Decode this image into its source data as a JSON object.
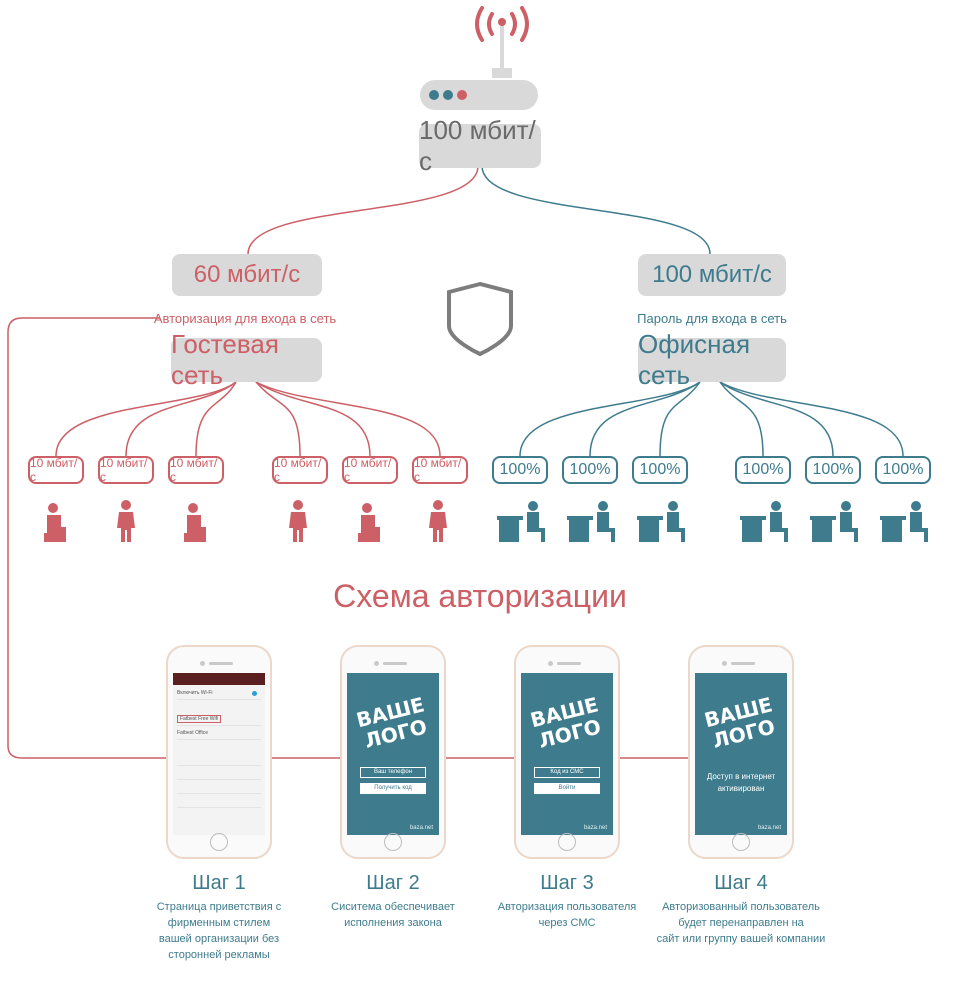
{
  "colors": {
    "guest": "#cc6066",
    "office": "#3e7c8d",
    "box": "#d9d9d9",
    "shield": "#7d7d7d"
  },
  "router": {
    "speed": "100 мбит/с"
  },
  "guest": {
    "speed": "60 мбит/с",
    "auth": "Авторизация для входа в сеть",
    "name": "Гостевая сеть",
    "limits": [
      "10 мбит/с",
      "10 мбит/с",
      "10 мбит/с",
      "10 мбит/с",
      "10 мбит/с",
      "10 мбит/с"
    ]
  },
  "office": {
    "speed": "100 мбит/с",
    "auth": "Пароль для входа в сеть",
    "name": "Офисная сеть",
    "limits": [
      "100%",
      "100%",
      "100%",
      "100%",
      "100%",
      "100%"
    ]
  },
  "icons": {
    "router": "router-icon",
    "shield": "shield-icon",
    "guest_user": "person-icon",
    "office_user": "desk-worker-icon"
  },
  "scheme_title": "Схема авторизации",
  "phone2": {
    "logo_line1": "ВАШЕ",
    "logo_line2": "ЛОГО",
    "field1": "Ваш телефон",
    "button": "Получить код",
    "site": "baza.net"
  },
  "phone3": {
    "logo_line1": "ВАШЕ",
    "logo_line2": "ЛОГО",
    "field1": "Код из СМС",
    "button": "Войти",
    "site": "baza.net"
  },
  "phone4": {
    "logo_line1": "ВАШЕ",
    "logo_line2": "ЛОГО",
    "message": "Доступ в интернет\nактивирован",
    "site": "baza.net"
  },
  "phone1": {
    "wifi_toggle": "Включить Wi-Fi",
    "network1": "Fatbest Free Wifi",
    "network2": "Fatbest Office"
  },
  "steps": [
    {
      "title": "Шаг 1",
      "desc": "Страница приветствия с\nфирменным стилем\nвашей организации без\nсторонней рекламы"
    },
    {
      "title": "Шаг 2",
      "desc": "Сиситема обеспечивает\nисполнения закона"
    },
    {
      "title": "Шаг 3",
      "desc": "Авторизация пользователя\nчерез СМС"
    },
    {
      "title": "Шаг 4",
      "desc": "Авторизованный пользователь\nбудет перенаправлен на\nсайт или группу вашей компании"
    }
  ]
}
